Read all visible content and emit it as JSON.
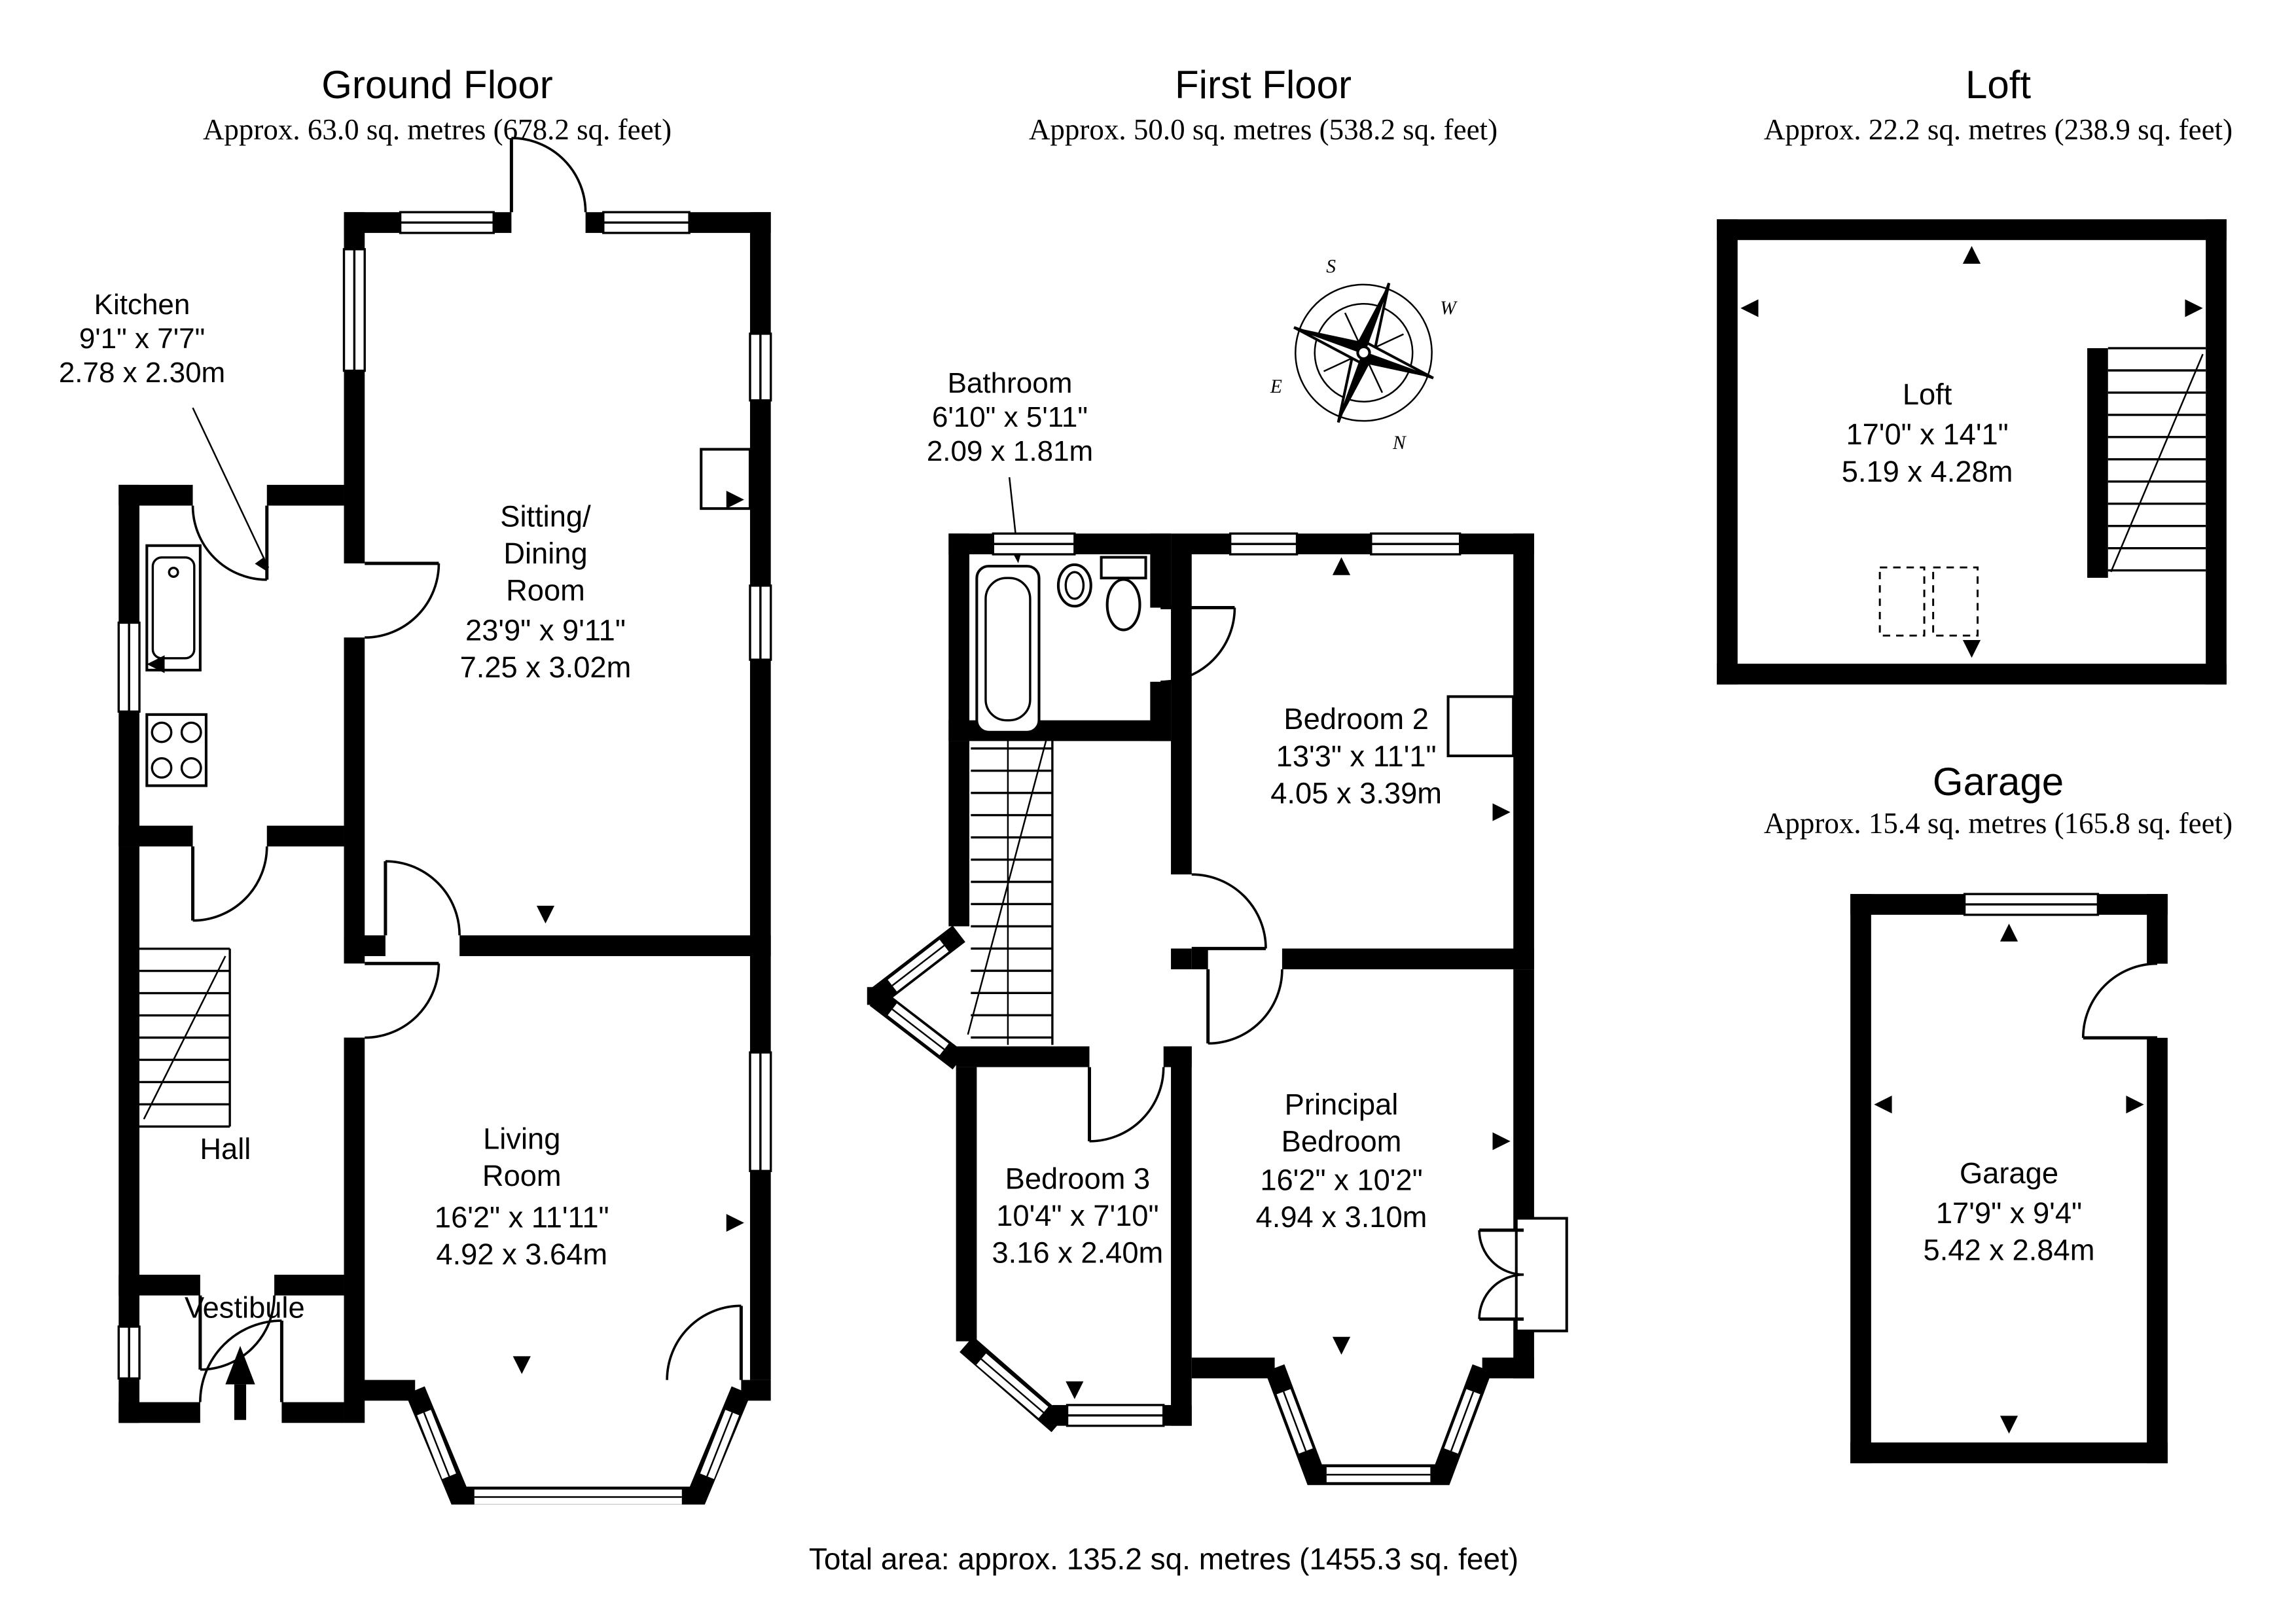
{
  "document": {
    "footer": "Total area: approx. 135.2 sq. metres (1455.3 sq. feet)"
  },
  "floors": {
    "ground": {
      "title": "Ground Floor",
      "subtitle": "Approx. 63.0 sq. metres (678.2 sq. feet)"
    },
    "first": {
      "title": "First Floor",
      "subtitle": "Approx. 50.0 sq. metres (538.2 sq. feet)"
    },
    "loft": {
      "title": "Loft",
      "subtitle": "Approx. 22.2 sq. metres (238.9 sq. feet)"
    },
    "garage": {
      "title": "Garage",
      "subtitle": "Approx. 15.4 sq. metres (165.8 sq. feet)"
    }
  },
  "rooms": {
    "kitchen": {
      "name": "Kitchen",
      "imperial": "9'1\" x 7'7\"",
      "metric": "2.78 x 2.30m"
    },
    "sitting_dining": {
      "line1": "Sitting/",
      "line2": "Dining",
      "line3": "Room",
      "imperial": "23'9\" x 9'11\"",
      "metric": "7.25 x 3.02m"
    },
    "living": {
      "line1": "Living",
      "line2": "Room",
      "imperial": "16'2\" x 11'11\"",
      "metric": "4.92 x 3.64m"
    },
    "hall": {
      "name": "Hall"
    },
    "vestibule": {
      "name": "Vestibule"
    },
    "bathroom": {
      "name": "Bathroom",
      "imperial": "6'10\" x 5'11\"",
      "metric": "2.09 x 1.81m"
    },
    "bedroom2": {
      "name": "Bedroom 2",
      "imperial": "13'3\" x 11'1\"",
      "metric": "4.05 x 3.39m"
    },
    "bedroom3": {
      "name": "Bedroom 3",
      "imperial": "10'4\" x 7'10\"",
      "metric": "3.16 x 2.40m"
    },
    "principal": {
      "line1": "Principal",
      "line2": "Bedroom",
      "imperial": "16'2\" x 10'2\"",
      "metric": "4.94 x 3.10m"
    },
    "loft": {
      "name": "Loft",
      "imperial": "17'0\" x 14'1\"",
      "metric": "5.19 x 4.28m"
    },
    "garage": {
      "name": "Garage",
      "imperial": "17'9\" x 9'4\"",
      "metric": "5.42 x 2.84m"
    }
  },
  "compass": {
    "n": "N",
    "s": "S",
    "e": "E",
    "w": "W"
  },
  "colors": {
    "wall": "#000000",
    "background": "#ffffff"
  }
}
